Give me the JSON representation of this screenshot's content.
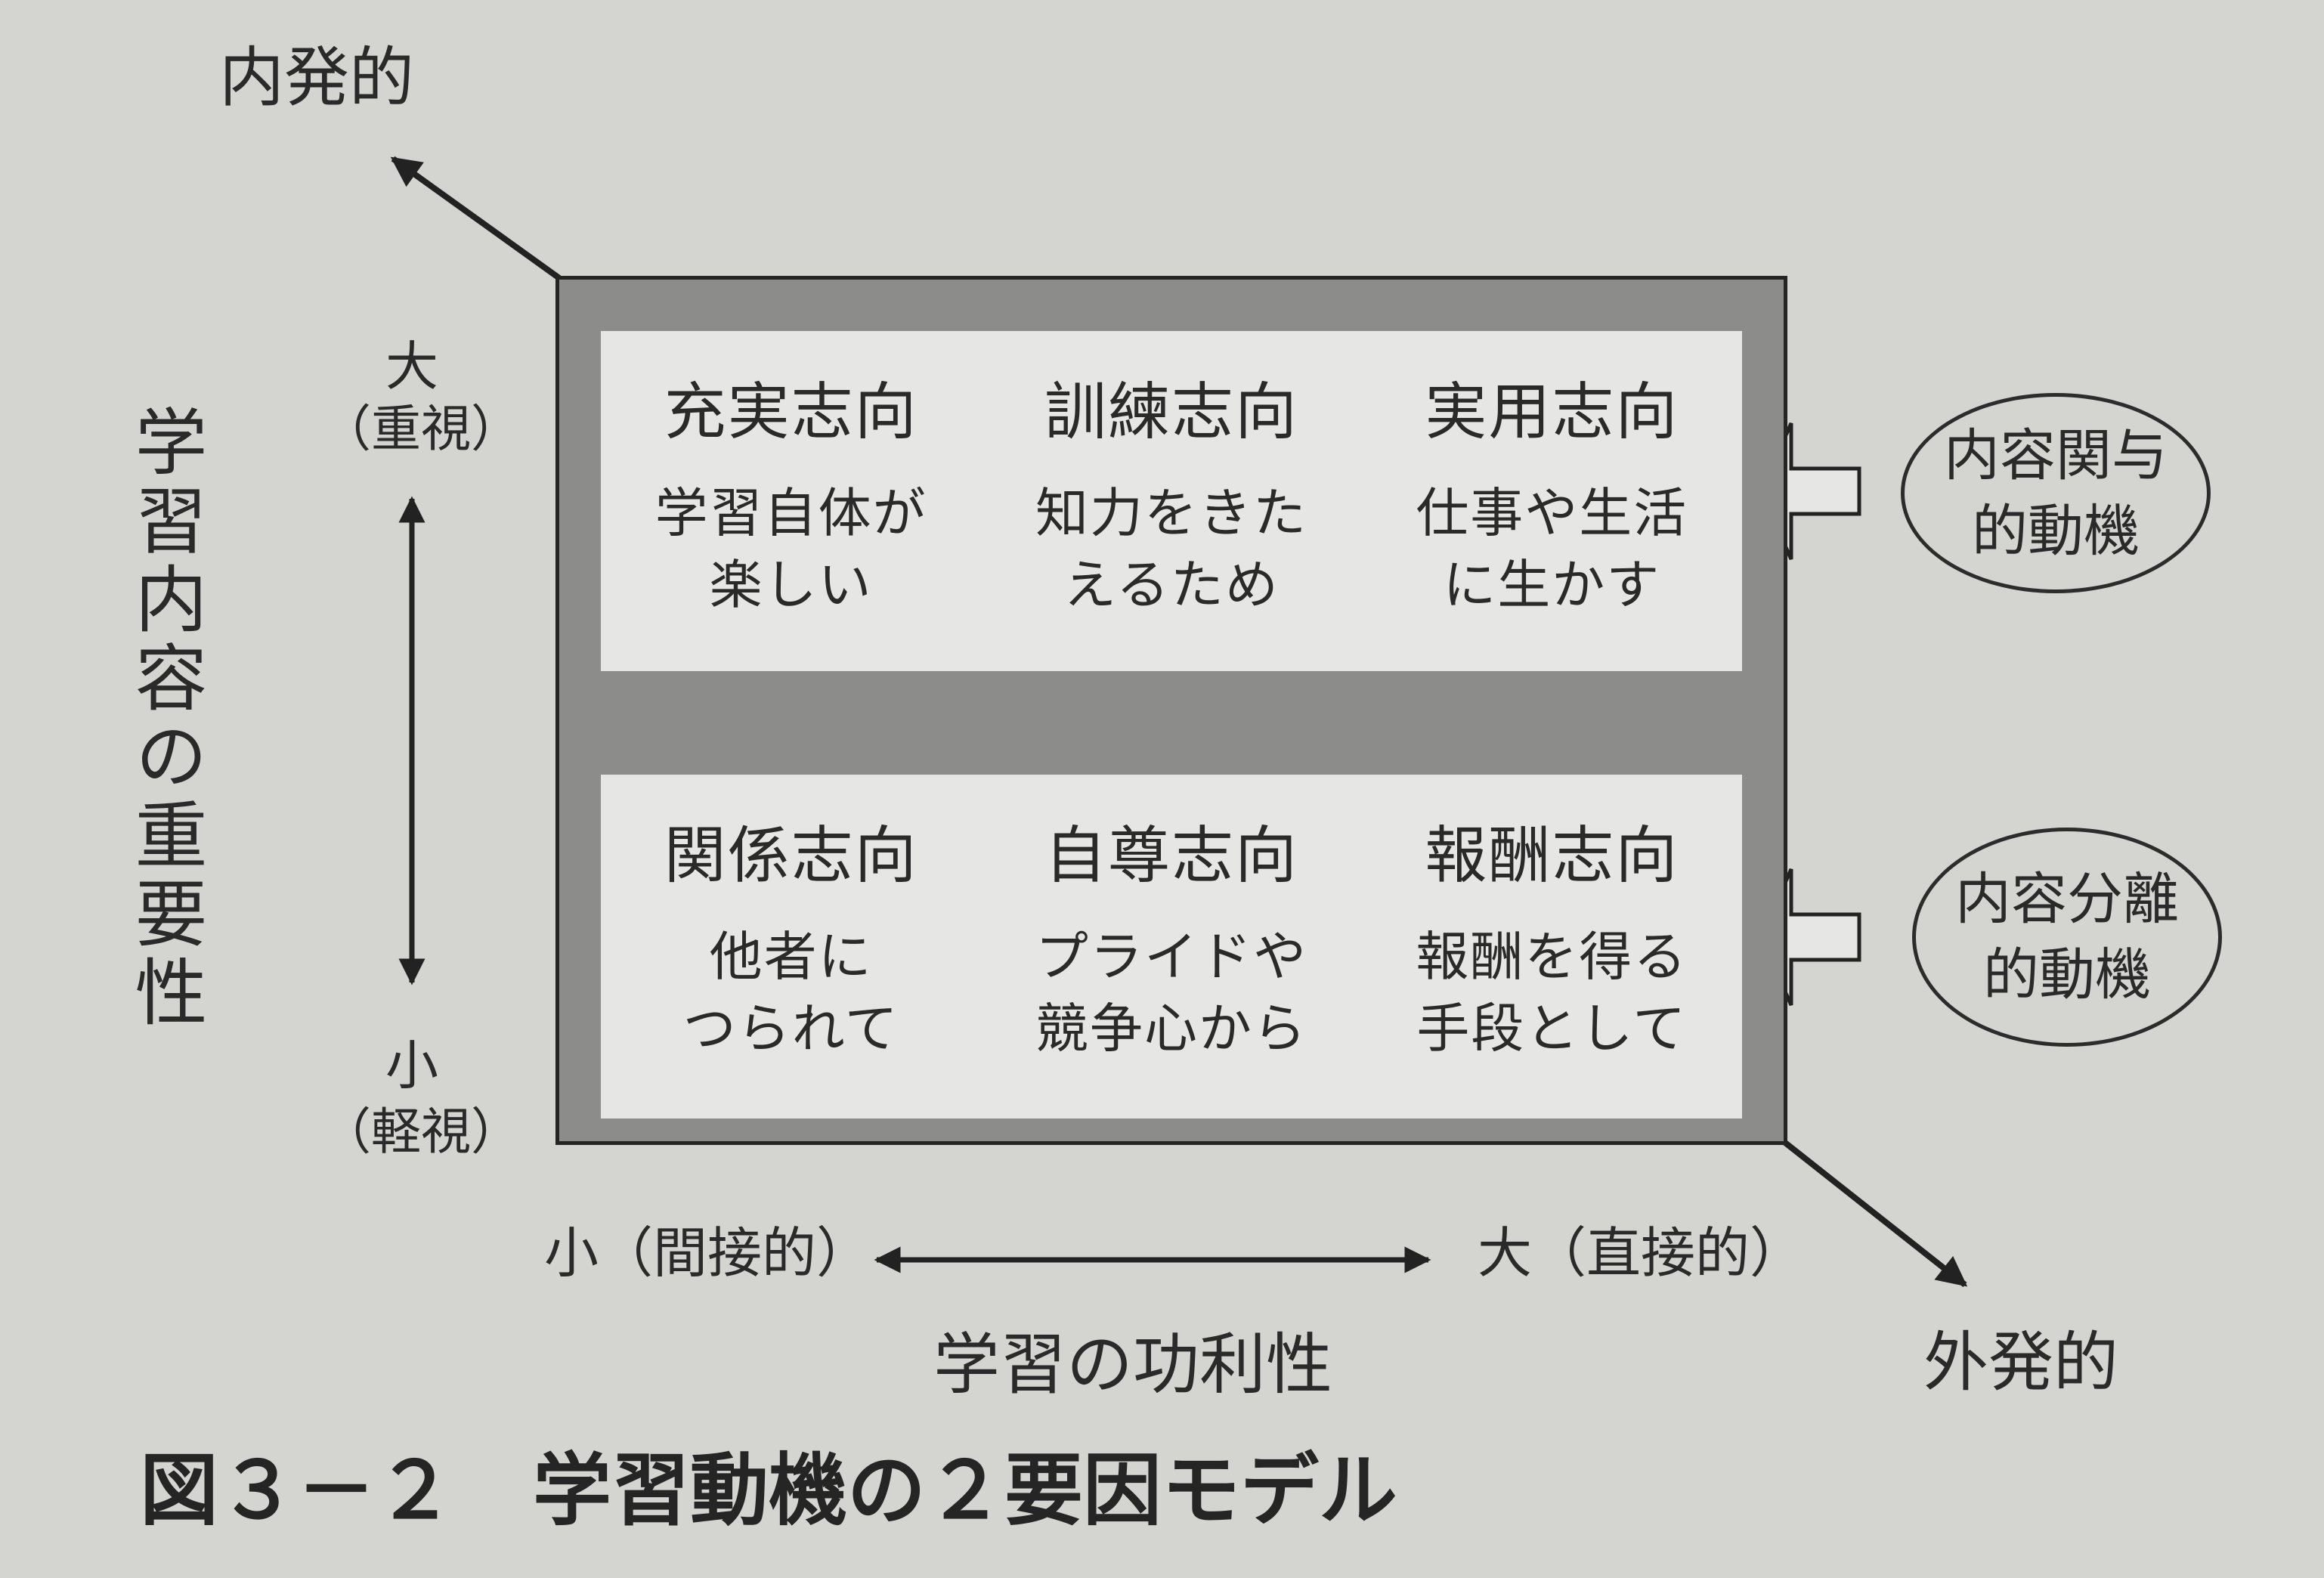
{
  "diagram": {
    "top_left_arrow_label": "内発的",
    "bottom_right_arrow_label": "外発的",
    "vertical_axis": {
      "title": "学習内容の重要性",
      "top": "大",
      "top_note": "（重視）",
      "bottom": "小",
      "bottom_note": "（軽視）"
    },
    "horizontal_axis": {
      "title": "学習の功利性",
      "left": "小（間接的）",
      "right": "大（直接的）"
    },
    "top_row": [
      {
        "title": "充実志向",
        "line1": "学習自体が",
        "line2": "楽しい"
      },
      {
        "title": "訓練志向",
        "line1": "知力をきた",
        "line2": "えるため"
      },
      {
        "title": "実用志向",
        "line1": "仕事や生活",
        "line2": "に生かす"
      }
    ],
    "bottom_row": [
      {
        "title": "関係志向",
        "line1": "他者に",
        "line2": "つられて"
      },
      {
        "title": "自尊志向",
        "line1": "プライドや",
        "line2": "競争心から"
      },
      {
        "title": "報酬志向",
        "line1": "報酬を得る",
        "line2": "手段として"
      }
    ],
    "motive_top": {
      "line1": "内容関与",
      "line2": "的動機"
    },
    "motive_bottom": {
      "line1": "内容分離",
      "line2": "的動機"
    },
    "caption": "図３－２　学習動機の２要因モデル"
  }
}
